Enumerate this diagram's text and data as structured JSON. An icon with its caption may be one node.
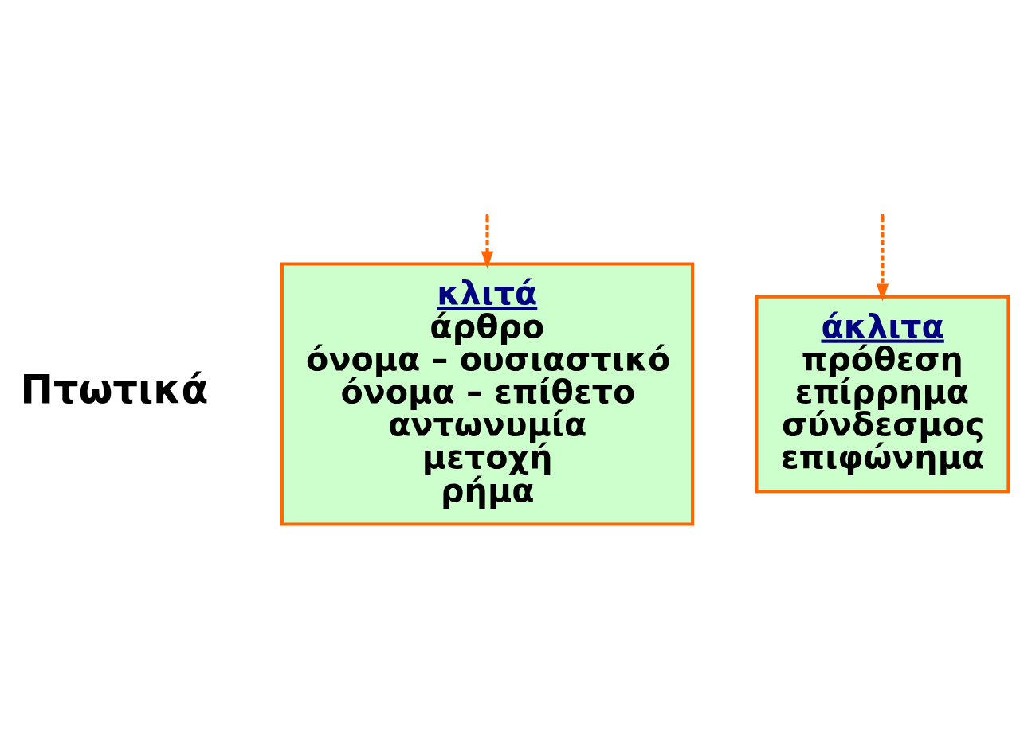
{
  "diagram": {
    "nodes": [
      {
        "text": [
          "κλιτά",
          "άρθρο",
          "όνομα – ουσιαστικό",
          "όνομα – επίθετο",
          "αντωνυμία",
          "μετοχή",
          "ρήμα"
        ]
      },
      {
        "text": [
          "άκλιτα",
          "πρόθεση",
          "επίρρημα",
          "σύνδεσμος",
          "επιφώνημα"
        ]
      }
    ],
    "edges": [
      {
        "from": null,
        "to": 0,
        "arrow": "to",
        "style": "dashed"
      },
      {
        "from": null,
        "to": 1,
        "arrow": "to",
        "style": "dashed"
      }
    ],
    "labels": [
      "Πτωτικά"
    ]
  }
}
